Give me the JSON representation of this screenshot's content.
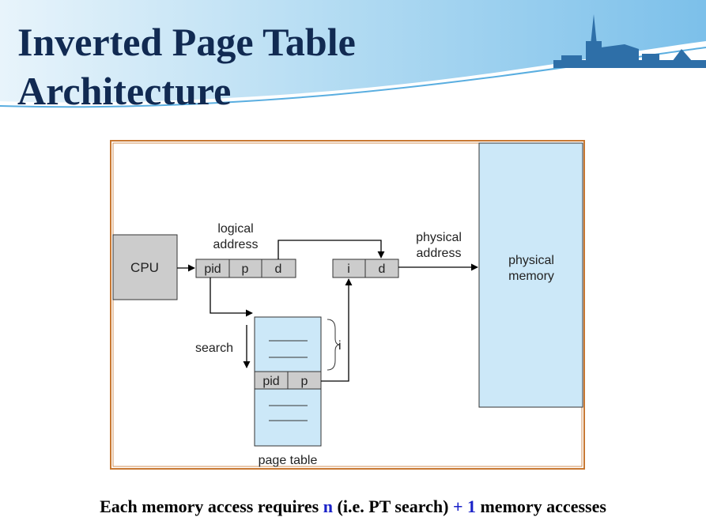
{
  "slide": {
    "title_line1": "Inverted Page Table",
    "title_line2": "Architecture"
  },
  "diagram": {
    "cpu": "CPU",
    "logical_address_label_1": "logical",
    "logical_address_label_2": "address",
    "logical_address_fields": [
      "pid",
      "p",
      "d"
    ],
    "physical_address_label_1": "physical",
    "physical_address_label_2": "address",
    "physical_address_fields": [
      "i",
      "d"
    ],
    "physical_memory_label_1": "physical",
    "physical_memory_label_2": "memory",
    "search_label": "search",
    "index_label": "i",
    "page_table_entry_fields": [
      "pid",
      "p"
    ],
    "page_table_label": "page table"
  },
  "footer": {
    "part1": "Each memory access requires ",
    "n": "n",
    "part2": " (i.e. PT search) ",
    "plus1": "+ 1",
    "part3": " memory accesses"
  },
  "colors": {
    "title": "#112a52",
    "header_band": "#8ec8ec",
    "physical_memory_fill": "#cce8f8",
    "field_fill": "#cccccc",
    "frame_border": "#c87832",
    "footer_highlight": "#1a22c8"
  }
}
